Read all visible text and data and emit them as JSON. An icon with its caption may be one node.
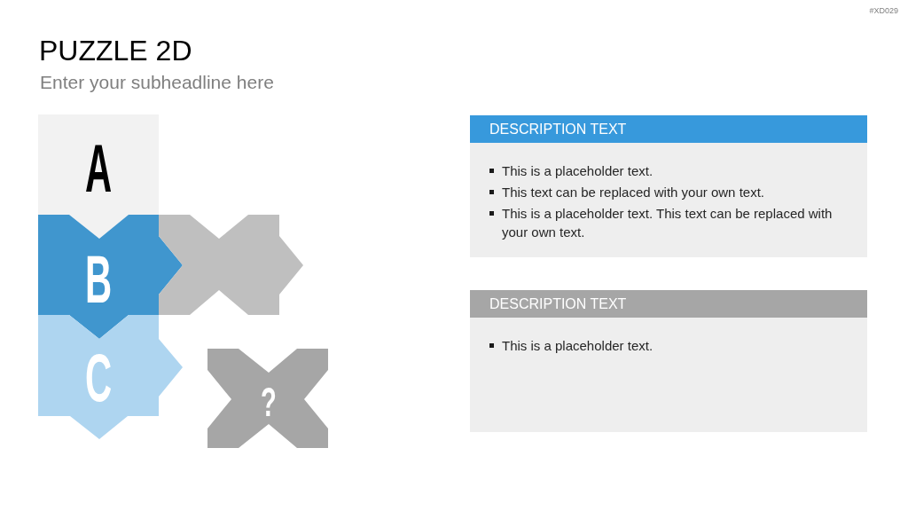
{
  "diagram": {
    "title": "PUZZLE 2D",
    "nodes": [
      {
        "text": [
          "A"
        ]
      },
      {
        "text": [
          "B"
        ]
      },
      {
        "text": [],
        "shape": "puzzle"
      },
      {
        "text": [
          "C"
        ]
      },
      {
        "text": [
          "?"
        ]
      },
      {
        "text": [
          "DESCRIPTION TEXT",
          "This is a placeholder text.",
          "This text can be replaced with your own text.",
          "This is a placeholder text. This text can be replaced with your own text."
        ]
      },
      {
        "text": [
          "DESCRIPTION TEXT",
          "This is a placeholder text."
        ]
      }
    ],
    "labels": [
      "#XD029",
      "Enter your subheadline here"
    ]
  }
}
